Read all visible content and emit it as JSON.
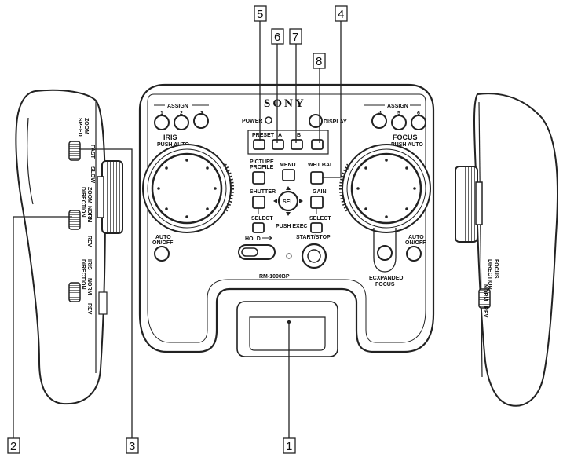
{
  "callouts": [
    "1",
    "2",
    "3",
    "4",
    "5",
    "6",
    "7",
    "8"
  ],
  "brand": "SONY",
  "model": "RM-1000BP",
  "labels": {
    "assign": "ASSIGN",
    "a1": "1",
    "a2": "2",
    "a3": "3",
    "a4": "4",
    "a5": "5",
    "a6": "6",
    "power": "POWER",
    "display": "DISPLAY",
    "iris": "IRIS",
    "push_auto": "PUSH AUTO",
    "focus": "FOCUS",
    "preset": "PRESET",
    "preset_a": "A",
    "preset_b": "B",
    "picture_profile_1": "PICTURE",
    "picture_profile_2": "PROFILE",
    "menu": "MENU",
    "wht_bal": "WHT BAL",
    "shutter": "SHUTTER",
    "gain": "GAIN",
    "sel": "SEL",
    "select": "SELECT",
    "push_exec": "PUSH EXEC",
    "auto": "AUTO",
    "on_off": "ON/OFF",
    "hold": "HOLD",
    "start_stop": "START/STOP",
    "expanded_1": "ECXPANDED",
    "expanded_2": "FOCUS",
    "zoom": "ZOOM",
    "speed": "SPEED",
    "fast": "FAST",
    "slow": "SLOW",
    "direction": "DIRECTION",
    "norm": "NORM",
    "rev": "REV"
  }
}
